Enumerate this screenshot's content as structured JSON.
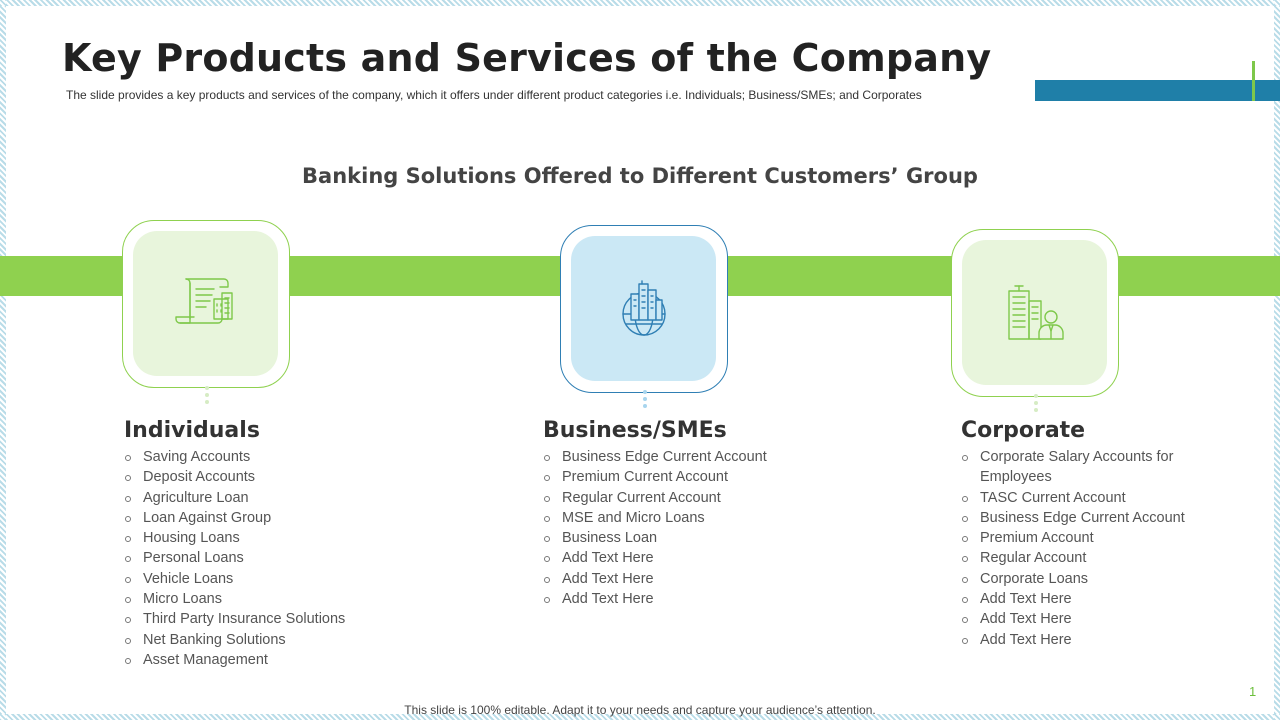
{
  "header": {
    "title": "Key Products and Services of the Company",
    "subtitle": "The slide provides a key products and services of the company, which it offers under different product categories i.e. Individuals; Business/SMEs; and Corporates"
  },
  "section_heading": "Banking Solutions Offered to Different Customers’ Group",
  "columns": [
    {
      "heading": "Individuals",
      "icon": "document-building-icon",
      "accent": "#8fd14f",
      "items": [
        "Saving Accounts",
        "Deposit Accounts",
        "Agriculture Loan",
        "Loan Against Group",
        "Housing Loans",
        "Personal Loans",
        "Vehicle Loans",
        "Micro Loans",
        "Third Party Insurance Solutions",
        "Net Banking Solutions",
        "Asset Management"
      ]
    },
    {
      "heading": "Business/SMEs",
      "icon": "globe-city-icon",
      "accent": "#2f7fb4",
      "items": [
        "Business Edge Current Account",
        "Premium Current Account",
        "Regular Current Account",
        "MSE and Micro Loans",
        "Business Loan",
        "Add Text Here",
        "Add Text Here",
        "Add Text Here"
      ]
    },
    {
      "heading": "Corporate",
      "icon": "office-building-person-icon",
      "accent": "#8fd14f",
      "items": [
        "Corporate Salary Accounts for Employees",
        "TASC Current Account",
        "Business Edge Current Account",
        "Premium Account",
        "Regular Account",
        "Corporate Loans",
        "Add Text Here",
        "Add Text Here",
        "Add Text Here"
      ]
    }
  ],
  "footer": "This slide is 100% editable. Adapt it to your needs and capture your audience’s attention.",
  "page_number": "1",
  "colors": {
    "band": "#8fd14f",
    "accent_blue": "#1f7fa8",
    "green_light": "#e8f5dc",
    "blue_light": "#cbe8f5"
  }
}
